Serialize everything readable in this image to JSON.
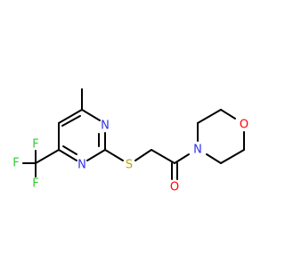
{
  "molecule": {
    "atom_labels": {
      "n_top": "N",
      "n_bottom": "N",
      "s_thioether": "S",
      "o_carbonyl": "O",
      "n_morpholine": "N",
      "o_morpholine": "O",
      "f_left": "F",
      "f_top": "F",
      "f_bottom": "F"
    },
    "colors": {
      "bond": "#000000",
      "nitrogen": "#3030f0",
      "sulfur": "#b8a800",
      "oxygen": "#ff0000",
      "fluorine": "#33cc33"
    }
  }
}
